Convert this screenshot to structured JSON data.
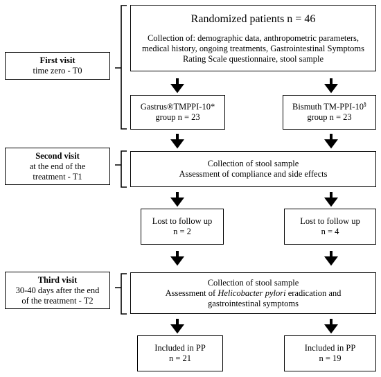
{
  "visits": [
    {
      "title": "First visit",
      "subtitle": [
        "time zero - T0"
      ]
    },
    {
      "title": "Second visit",
      "subtitle": [
        "at the end of the",
        "treatment - T1"
      ]
    },
    {
      "title": "Third visit",
      "subtitle": [
        "30-40 days after the end",
        "of the treatment - T2"
      ]
    }
  ],
  "randomized": {
    "title": "Randomized patients n = 46",
    "lines": [
      "Collection of: demographic data, anthropometric parameters,",
      "medical history, ongoing treatments, Gastrointestinal Symptoms",
      "Rating Scale questionnaire, stool sample"
    ]
  },
  "groups": {
    "left": {
      "name": "Gastrus®TMPPI-10*",
      "count": "group n = 23"
    },
    "right": {
      "name": "Bismuth TM-PPI-10",
      "sup": "§",
      "count": "group n = 23"
    }
  },
  "collection1": {
    "lines": [
      "Collection of stool sample",
      "Assessment of compliance and side effects"
    ]
  },
  "lost": {
    "left": {
      "label": "Lost to follow up",
      "count": "n = 2"
    },
    "right": {
      "label": "Lost to follow up",
      "count": "n = 4"
    }
  },
  "collection2": {
    "line1": "Collection of stool sample",
    "line2_pre": "Assessment of ",
    "line2_italic": "Helicobacter pylori",
    "line2_post": " eradication and",
    "line3": "gastrointestinal symptoms"
  },
  "included": {
    "left": {
      "label": "Included in PP",
      "count": "n = 21"
    },
    "right": {
      "label": "Included in PP",
      "count": "n = 19"
    }
  }
}
